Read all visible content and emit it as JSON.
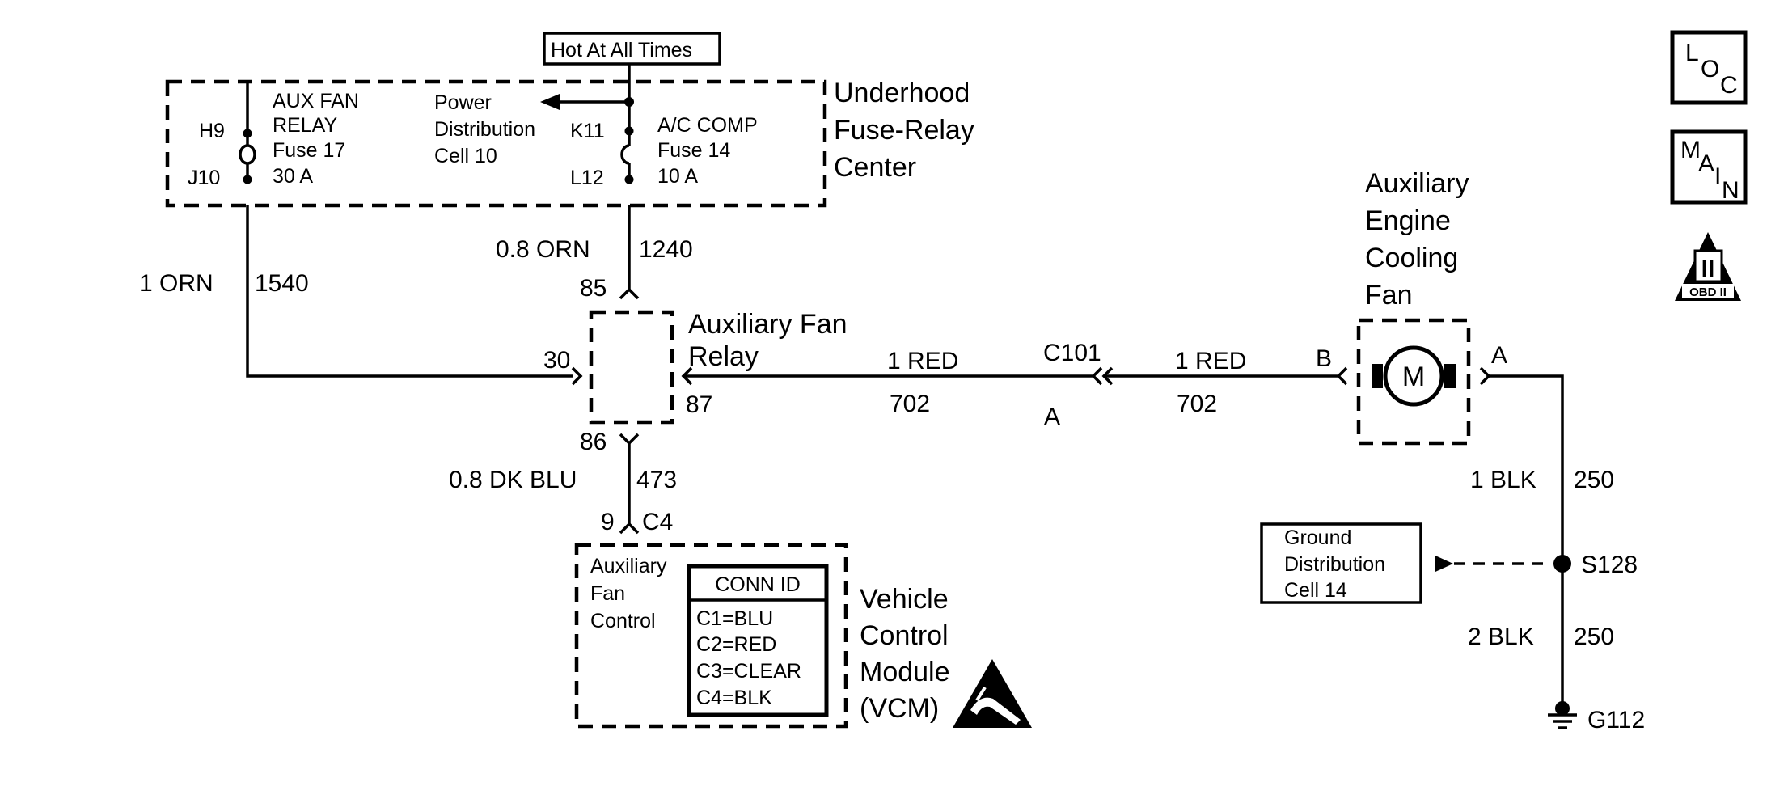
{
  "hot_label": "Hot At All Times",
  "fuse_relay_center": {
    "title_lines": [
      "Underhood",
      "Fuse-Relay",
      "Center"
    ],
    "aux_fan_relay_fuse": {
      "lines": [
        "AUX FAN",
        "RELAY",
        "Fuse 17",
        "30 A"
      ],
      "terminal_top": "H9",
      "terminal_bottom": "J10"
    },
    "power_distribution": [
      "Power",
      "Distribution",
      "Cell 10"
    ],
    "ac_comp_fuse": {
      "lines": [
        "A/C COMP",
        "Fuse 14",
        "10 A"
      ],
      "terminal_top": "K11",
      "terminal_bottom": "L12"
    }
  },
  "wires": {
    "orn_1540": {
      "color": "1 ORN",
      "circuit": "1540"
    },
    "orn_1240": {
      "color": "0.8 ORN",
      "circuit": "1240"
    },
    "dkblu_473": {
      "color": "0.8 DK BLU",
      "circuit": "473"
    },
    "red_702_left": {
      "color": "1 RED",
      "circuit": "702"
    },
    "red_702_right": {
      "color": "1 RED",
      "circuit": "702"
    },
    "blk_250_upper": {
      "color": "1 BLK",
      "circuit": "250"
    },
    "blk_250_lower": {
      "color": "2 BLK",
      "circuit": "250"
    }
  },
  "aux_fan_relay": {
    "title_lines": [
      "Auxiliary Fan",
      "Relay"
    ],
    "pin_85": "85",
    "pin_86": "86",
    "pin_30": "30",
    "pin_87": "87"
  },
  "connector_c101": {
    "name": "C101",
    "pin": "A"
  },
  "fan_motor": {
    "title_lines": [
      "Auxiliary",
      "Engine",
      "Cooling",
      "Fan"
    ],
    "symbol": "M",
    "pin_b": "B",
    "pin_a": "A"
  },
  "vcm": {
    "title_lines": [
      "Vehicle",
      "Control",
      "Module",
      "(VCM)"
    ],
    "function_lines": [
      "Auxiliary",
      "Fan",
      "Control"
    ],
    "pin": "9",
    "connector": "C4",
    "conn_id": {
      "header": "CONN ID",
      "rows": [
        "C1=BLU",
        "C2=RED",
        "C3=CLEAR",
        "C4=BLK"
      ]
    }
  },
  "splice": {
    "name": "S128"
  },
  "ground_distribution": [
    "Ground",
    "Distribution",
    "Cell 14"
  ],
  "ground": {
    "name": "G112"
  },
  "badges": {
    "loc": [
      "L",
      "O",
      "C"
    ],
    "main": [
      "M",
      "A",
      "I",
      "N"
    ],
    "obd": {
      "numeral": "II",
      "label": "OBD II"
    }
  }
}
